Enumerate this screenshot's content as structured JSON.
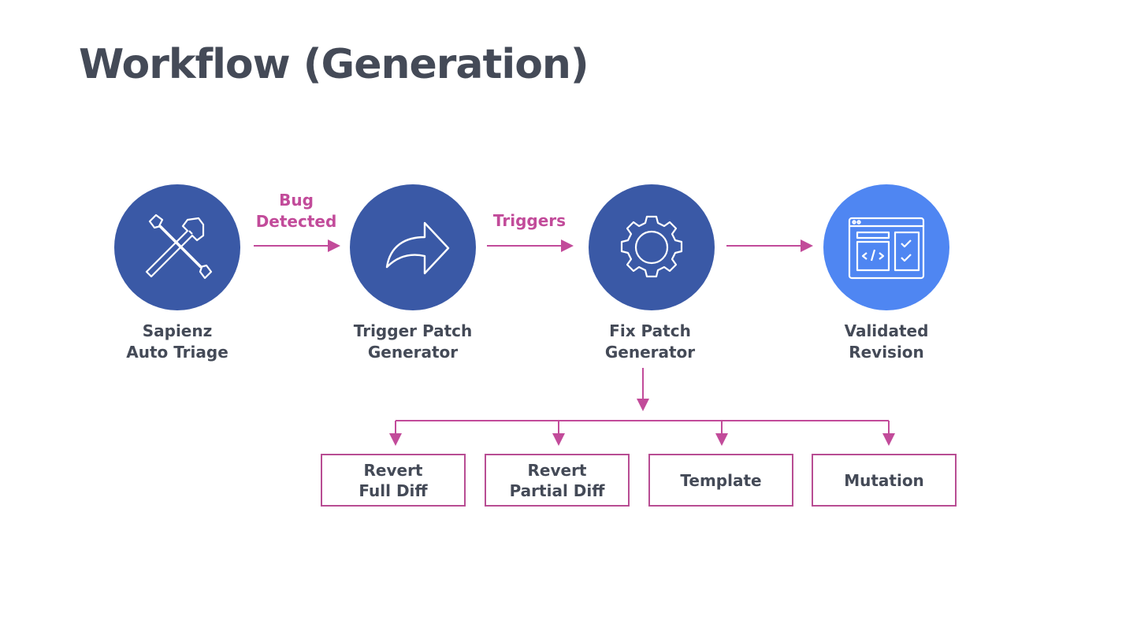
{
  "title": "Workflow (Generation)",
  "colors": {
    "node": "#3a59a6",
    "node_final": "#4f86f2",
    "arrow": "#c24b9a",
    "text": "#444a57"
  },
  "nodes": [
    {
      "icon": "tools-icon",
      "line1": "Sapienz",
      "line2": "Auto Triage"
    },
    {
      "icon": "forward-arrow-icon",
      "line1": "Trigger Patch",
      "line2": "Generator"
    },
    {
      "icon": "gear-icon",
      "line1": "Fix Patch",
      "line2": "Generator"
    },
    {
      "icon": "validated-window-icon",
      "line1": "Validated",
      "line2": "Revision"
    }
  ],
  "edges": [
    {
      "line1": "Bug",
      "line2": "Detected"
    },
    {
      "line1": "Triggers",
      "line2": ""
    },
    {
      "line1": "",
      "line2": ""
    }
  ],
  "strategies": [
    {
      "line1": "Revert",
      "line2": "Full Diff"
    },
    {
      "line1": "Revert",
      "line2": "Partial Diff"
    },
    {
      "line1": "Template",
      "line2": ""
    },
    {
      "line1": "Mutation",
      "line2": ""
    }
  ]
}
